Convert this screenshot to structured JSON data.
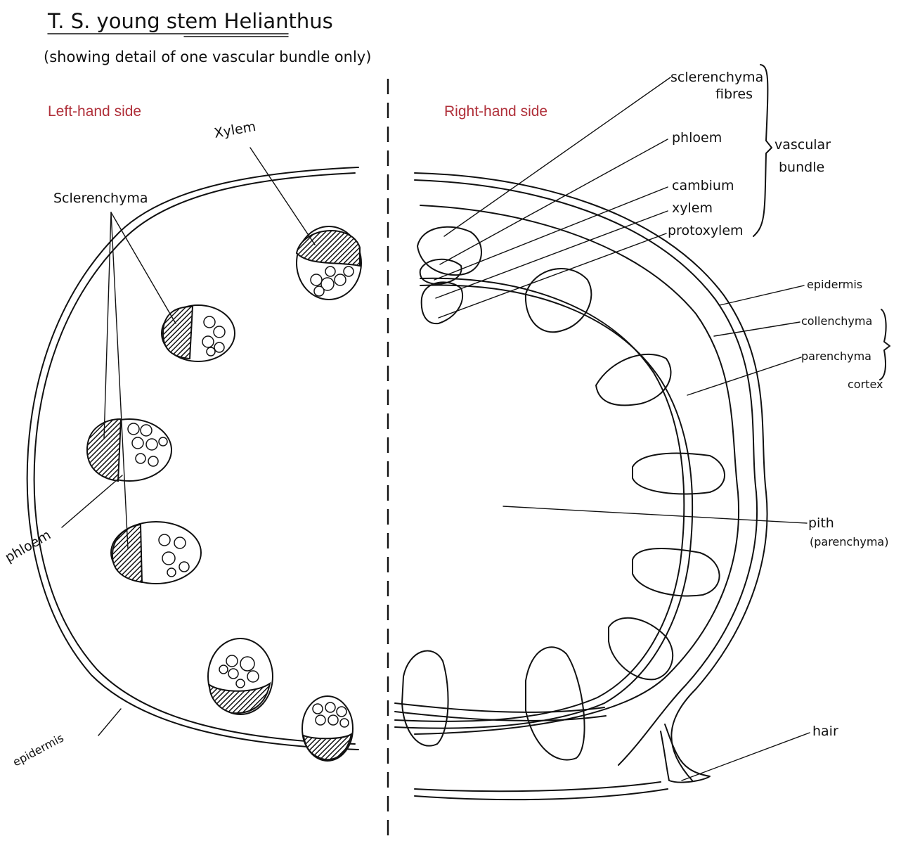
{
  "title": "T. S. young stem Helianthus",
  "subtitle": "(showing detail of one vascular bundle only)",
  "sides": {
    "left": "Left-hand side",
    "right": "Right-hand side"
  },
  "left_labels": {
    "xylem": "Xylem",
    "sclerenchyma": "Sclerenchyma",
    "phloem": "phloem",
    "epidermis": "epidermis"
  },
  "right_labels": {
    "sclerenchyma_fibres_1": "sclerenchyma",
    "sclerenchyma_fibres_2": "fibres",
    "phloem": "phloem",
    "cambium": "cambium",
    "xylem": "xylem",
    "protoxylem": "protoxylem",
    "vascular_bundle_1": "vascular",
    "vascular_bundle_2": "bundle",
    "epidermis": "epidermis",
    "collenchyma": "collenchyma",
    "parenchyma": "parenchyma",
    "cortex": "cortex",
    "pith_1": "pith",
    "pith_2": "(parenchyma)",
    "hair": "hair"
  }
}
